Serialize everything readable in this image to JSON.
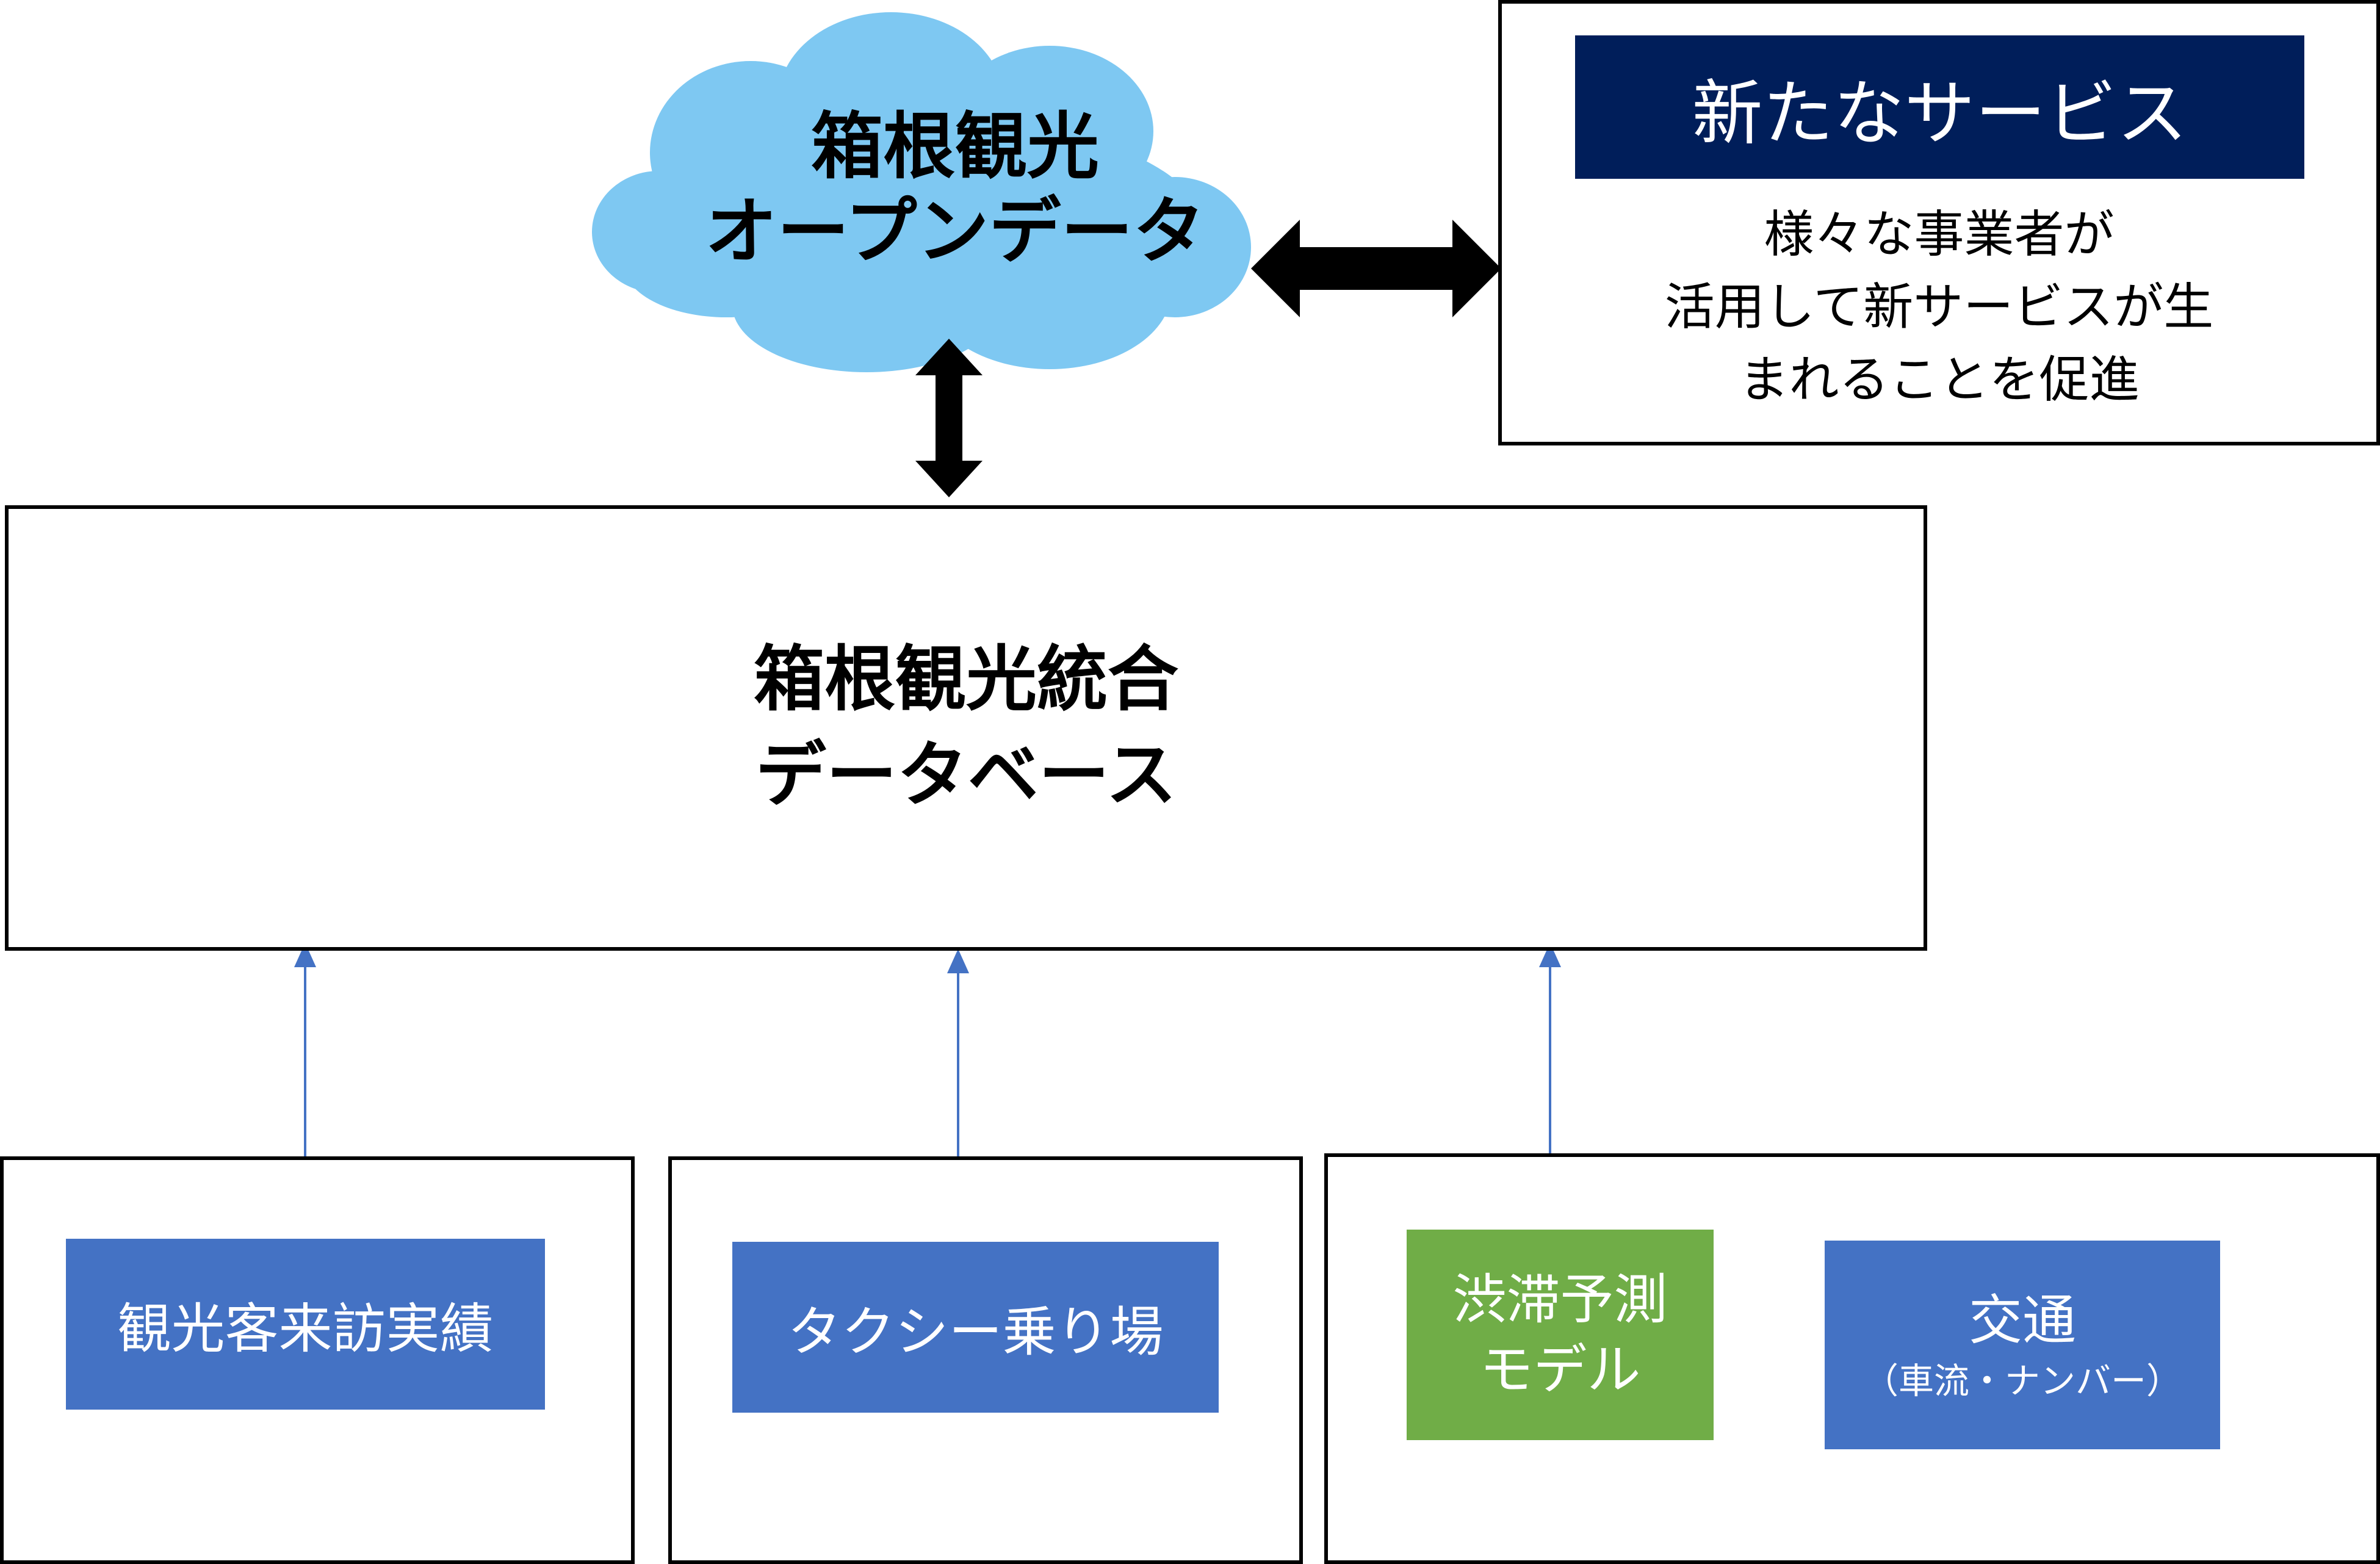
{
  "cloud": {
    "line1": "箱根観光",
    "line2": "オープンデータ",
    "color": "#7ec8f2"
  },
  "service": {
    "header": "新たなサービス",
    "header_color": "#001e5a",
    "body_lines": [
      "様々な事業者が",
      "活用して新サービスが生",
      "まれることを促進"
    ]
  },
  "database": {
    "line1": "箱根観光統合",
    "line2": "データベース"
  },
  "sources": {
    "visitor": "観光客来訪実績",
    "taxi": "タクシー乗り場",
    "congestion_line1": "渋滞予測",
    "congestion_line2": "モデル",
    "traffic_line1": "交通",
    "traffic_line2": "（車流・ナンバー）"
  },
  "colors": {
    "blue_box": "#4472c4",
    "green_box": "#70ad47",
    "connector": "#4472c4",
    "arrow": "#000000"
  }
}
